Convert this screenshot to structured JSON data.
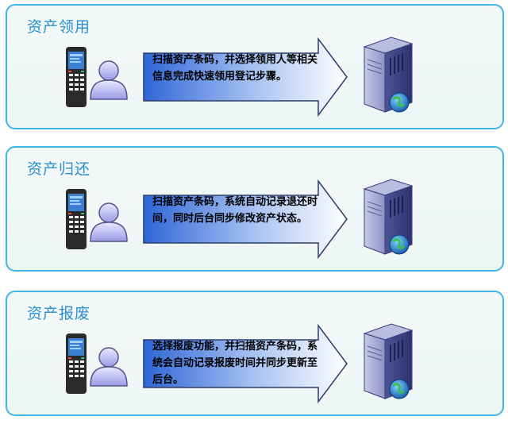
{
  "panels": [
    {
      "title": "资产领用",
      "text": "扫描资产条码，并选择领用人等相关信息完成快速领用登记步骤。"
    },
    {
      "title": "资产归还",
      "text": "扫描资产条码，系统自动记录退还时间，同时后台同步修改资产状态。"
    },
    {
      "title": "资产报废",
      "text": "选择报废功能，并扫描资产条码，系统会自动记录报废时间并同步更新至后台。"
    }
  ],
  "colors": {
    "border": "#3fb6e4",
    "title": "#2a8fd1",
    "arrow_fill_dark": "#3a6fd8",
    "arrow_fill_light": "#ffffff"
  }
}
